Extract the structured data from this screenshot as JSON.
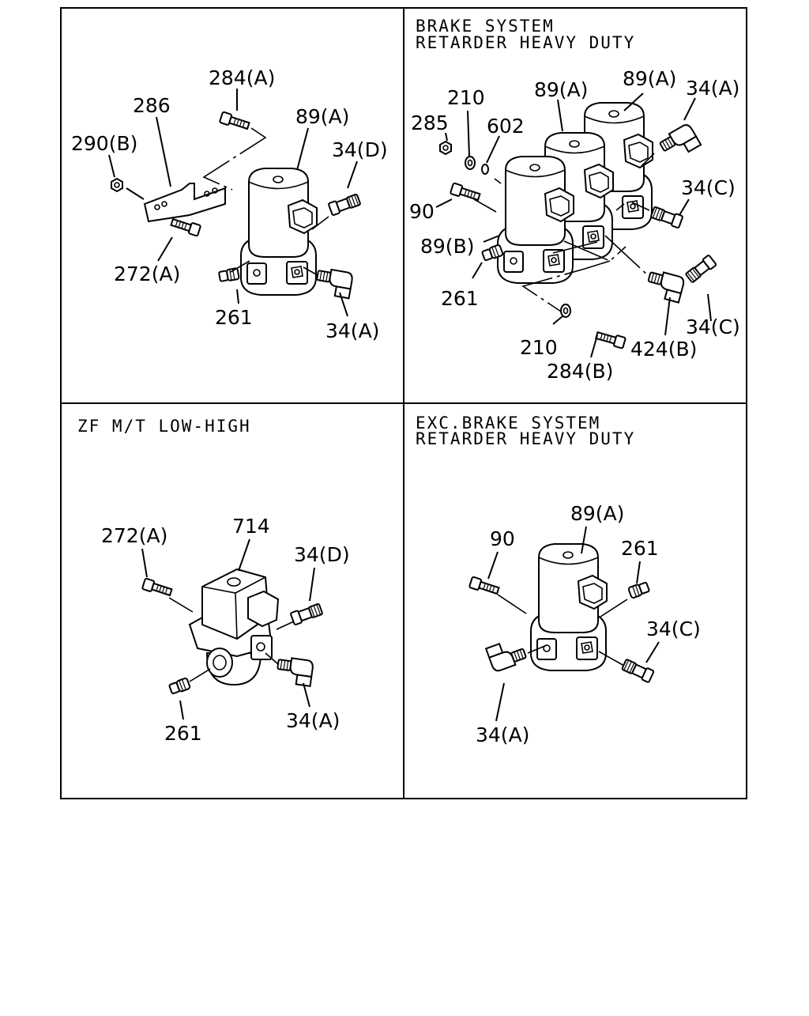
{
  "panels": [
    {
      "header_lines": [],
      "labels": {
        "l284a": "284(A)",
        "l286": "286",
        "l89a": "89(A)",
        "l290b": "290(B)",
        "l34d": "34(D)",
        "l272a": "272(A)",
        "l261": "261",
        "l34a": "34(A)"
      }
    },
    {
      "header_lines": [
        "BRAKE SYSTEM",
        "RETARDER HEAVY DUTY"
      ],
      "labels": {
        "l210a": "210",
        "l89a1": "89(A)",
        "l89a2": "89(A)",
        "l34a": "34(A)",
        "l285": "285",
        "l602": "602",
        "l34c1": "34(C)",
        "l90": "90",
        "l89b": "89(B)",
        "l261": "261",
        "l34c2": "34(C)",
        "l210b": "210",
        "l424b": "424(B)",
        "l284b": "284(B)"
      }
    },
    {
      "header_lines": [
        "ZF M/T LOW-HIGH"
      ],
      "labels": {
        "l272a": "272(A)",
        "l714": "714",
        "l34d": "34(D)",
        "l261": "261",
        "l34a": "34(A)"
      }
    },
    {
      "header_lines": [
        "EXC.BRAKE SYSTEM",
        "RETARDER HEAVY DUTY"
      ],
      "labels": {
        "l90": "90",
        "l89a": "89(A)",
        "l261": "261",
        "l34c": "34(C)",
        "l34a": "34(A)"
      }
    }
  ]
}
